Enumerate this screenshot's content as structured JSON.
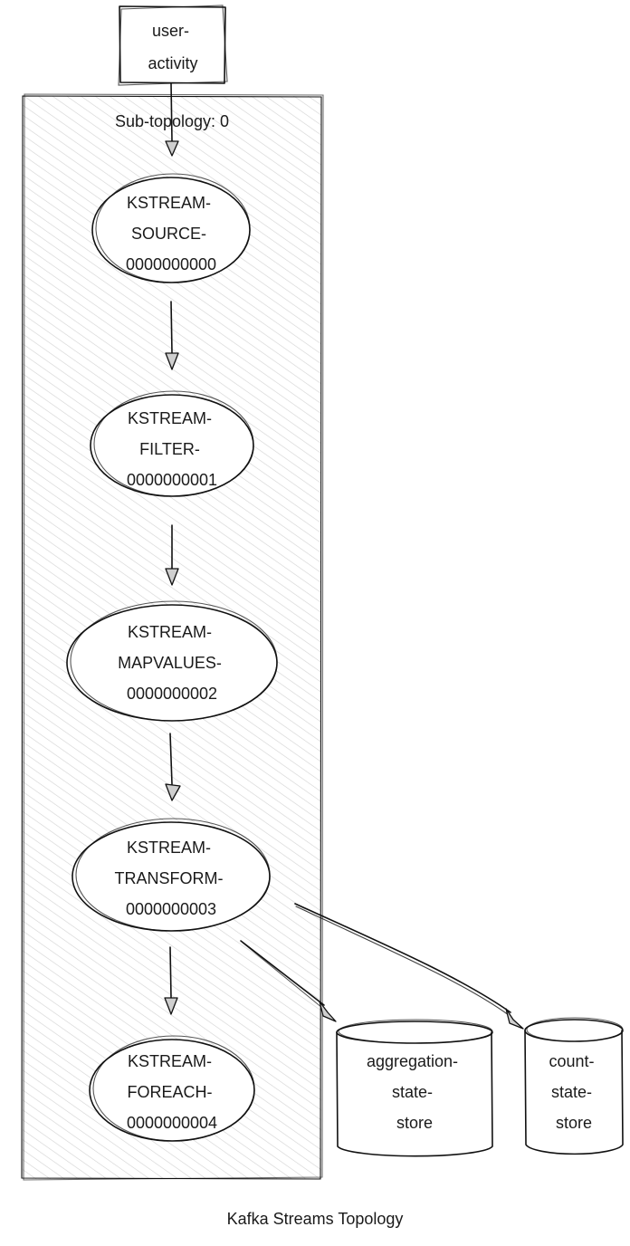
{
  "diagram": {
    "caption": "Kafka Streams Topology",
    "subtopology_label": "Sub-topology: 0",
    "topic": {
      "lines": [
        "user-",
        "activity"
      ]
    },
    "processors": [
      {
        "id": "source",
        "lines": [
          "KSTREAM-",
          "SOURCE-",
          "0000000000"
        ]
      },
      {
        "id": "filter",
        "lines": [
          "KSTREAM-",
          "FILTER-",
          "0000000001"
        ]
      },
      {
        "id": "mapvalues",
        "lines": [
          "KSTREAM-",
          "MAPVALUES-",
          "0000000002"
        ]
      },
      {
        "id": "transform",
        "lines": [
          "KSTREAM-",
          "TRANSFORM-",
          "0000000003"
        ]
      },
      {
        "id": "foreach",
        "lines": [
          "KSTREAM-",
          "FOREACH-",
          "0000000004"
        ]
      }
    ],
    "stores": [
      {
        "id": "aggregation",
        "lines": [
          "aggregation-",
          "state-",
          "store"
        ]
      },
      {
        "id": "count",
        "lines": [
          "count-",
          "state-",
          "store"
        ]
      }
    ],
    "edges": [
      {
        "from": "user-activity",
        "to": "KSTREAM-SOURCE-0000000000"
      },
      {
        "from": "KSTREAM-SOURCE-0000000000",
        "to": "KSTREAM-FILTER-0000000001"
      },
      {
        "from": "KSTREAM-FILTER-0000000001",
        "to": "KSTREAM-MAPVALUES-0000000002"
      },
      {
        "from": "KSTREAM-MAPVALUES-0000000002",
        "to": "KSTREAM-TRANSFORM-0000000003"
      },
      {
        "from": "KSTREAM-TRANSFORM-0000000003",
        "to": "KSTREAM-FOREACH-0000000004"
      },
      {
        "from": "KSTREAM-TRANSFORM-0000000003",
        "to": "aggregation-state-store"
      },
      {
        "from": "KSTREAM-TRANSFORM-0000000003",
        "to": "count-state-store"
      }
    ]
  }
}
